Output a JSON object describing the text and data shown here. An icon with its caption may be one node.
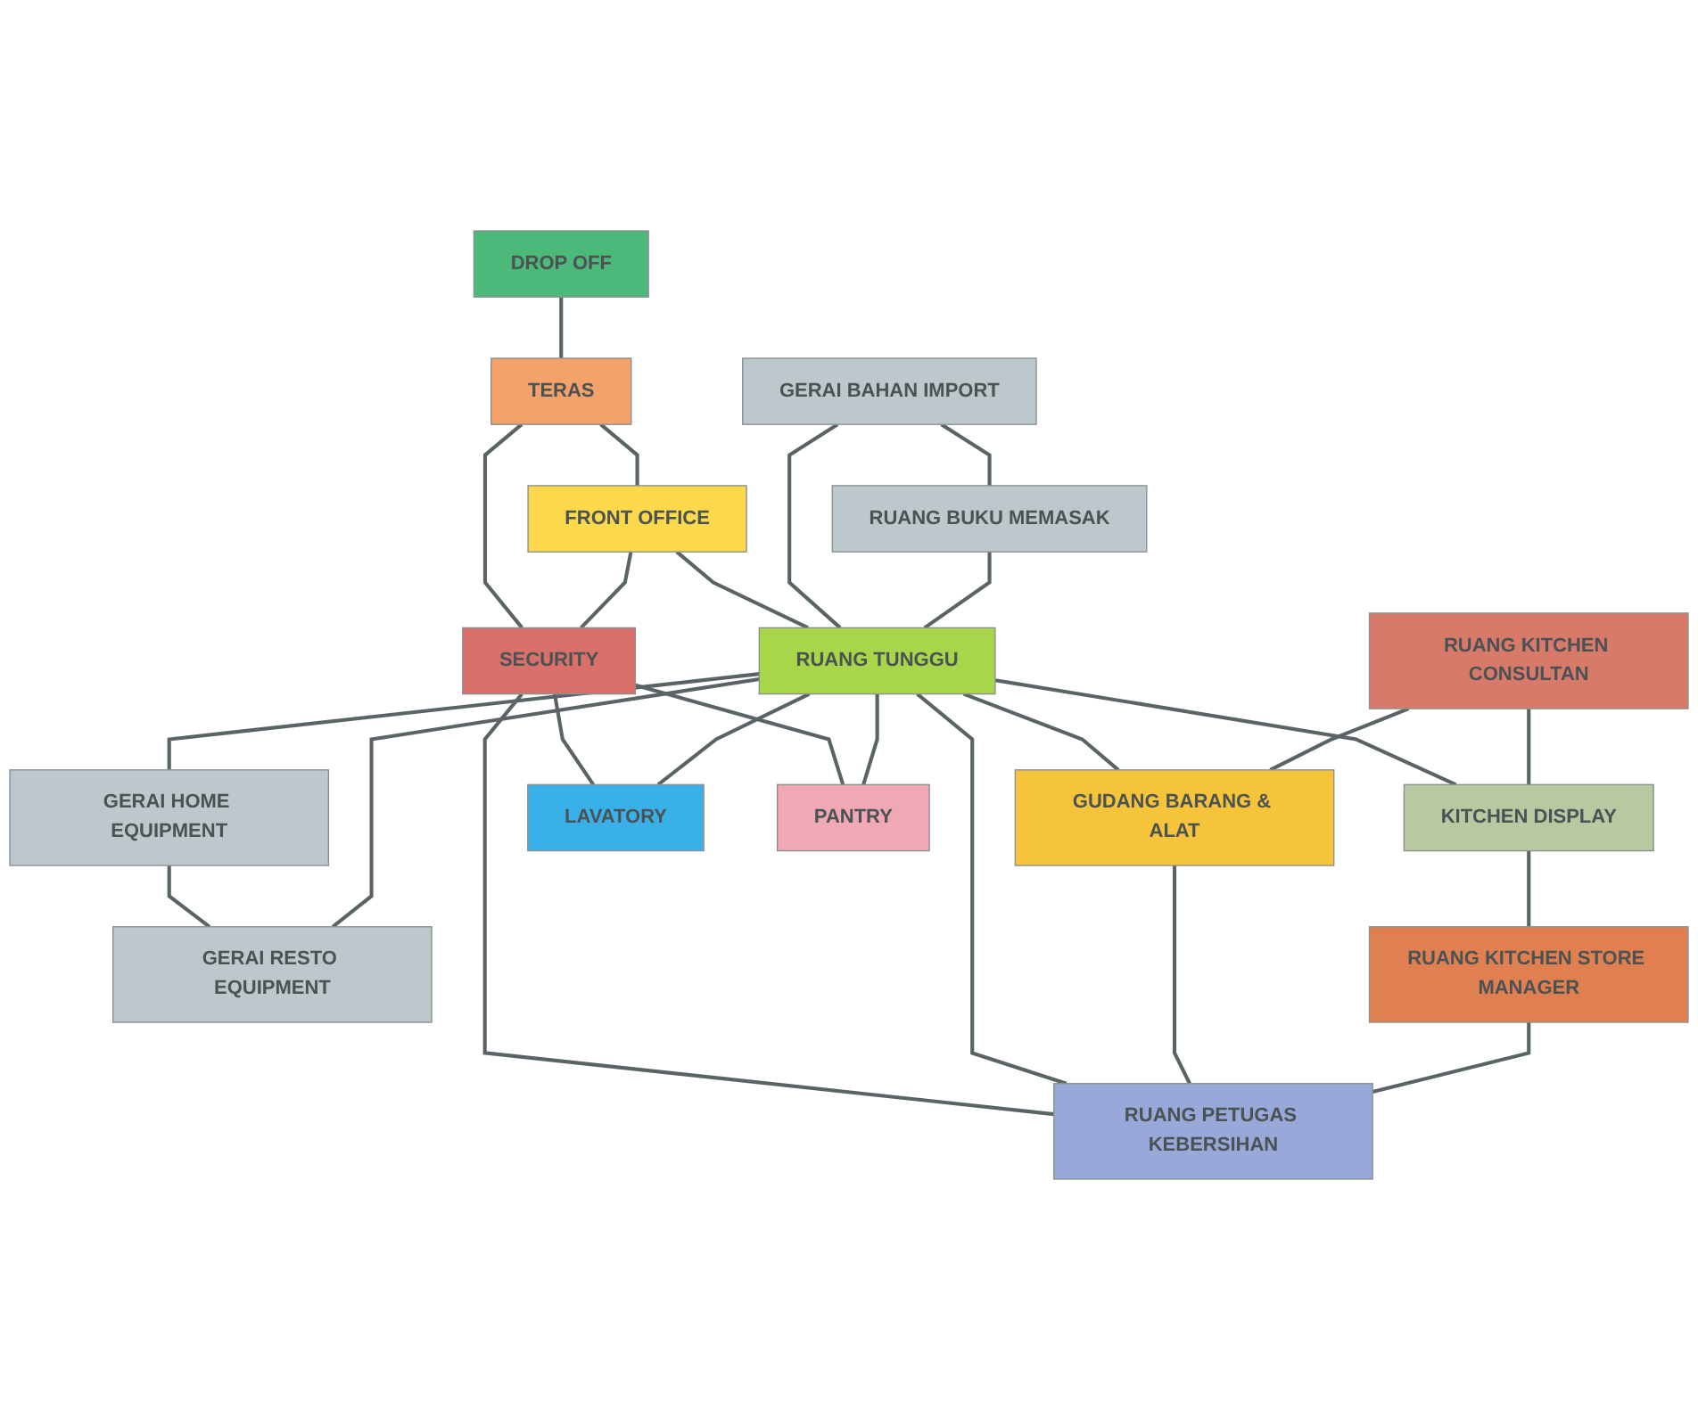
{
  "diagram": {
    "nodes": [
      {
        "text": [
          "DROP OFF"
        ]
      },
      {
        "text": [
          "TERAS"
        ]
      },
      {
        "text": [
          "FRONT OFFICE"
        ]
      },
      {
        "text": [
          "SECURITY"
        ]
      },
      {
        "text": [
          "GERAI BAHAN IMPORT"
        ]
      },
      {
        "text": [
          "RUANG TUNGGU"
        ]
      },
      {
        "text": [
          "GERAI HOME EQUIPMENT"
        ]
      },
      {
        "text": [
          "RUANG BUKU MEMASAK"
        ]
      },
      {
        "text": [
          "GERAI RESTO EQUIPMENT"
        ]
      },
      {
        "text": [
          "RUANG KITCHEN CONSULTAN"
        ]
      },
      {
        "text": [
          "KITCHEN DISPLAY"
        ]
      },
      {
        "text": [
          "GUDANG BARANG & ALAT"
        ]
      },
      {
        "text": [
          "LAVATORY"
        ]
      },
      {
        "text": [
          "RUANG KITCHEN STORE MANAGER"
        ]
      },
      {
        "text": [
          "PANTRY"
        ]
      },
      {
        "text": [
          "RUANG PETUGAS KEBERSIHAN"
        ]
      }
    ],
    "edges": [
      {
        "from": 0,
        "to": 1,
        "arrow": "none"
      },
      {
        "from": 1,
        "to": 2,
        "arrow": "none"
      },
      {
        "from": 1,
        "to": 3,
        "arrow": "none"
      },
      {
        "from": 2,
        "to": 3,
        "arrow": "none"
      },
      {
        "from": 3,
        "to": 12,
        "arrow": "none"
      },
      {
        "from": 3,
        "to": 14,
        "arrow": "none"
      },
      {
        "from": 3,
        "to": 15,
        "arrow": "none"
      },
      {
        "from": 2,
        "to": 5,
        "arrow": "none"
      },
      {
        "from": 4,
        "to": 5,
        "arrow": "none"
      },
      {
        "from": 5,
        "to": 6,
        "arrow": "none"
      },
      {
        "from": 4,
        "to": 7,
        "arrow": "none"
      },
      {
        "from": 6,
        "to": 8,
        "arrow": "none"
      },
      {
        "from": 7,
        "to": 5,
        "arrow": "none"
      },
      {
        "from": 5,
        "to": 8,
        "arrow": "none"
      },
      {
        "from": 5,
        "to": 12,
        "arrow": "none"
      },
      {
        "from": 5,
        "to": 14,
        "arrow": "none"
      },
      {
        "from": 5,
        "to": 15,
        "arrow": "none"
      },
      {
        "from": 5,
        "to": 10,
        "arrow": "none"
      },
      {
        "from": 5,
        "to": 11,
        "arrow": "none"
      },
      {
        "from": 9,
        "to": 10,
        "arrow": "none"
      },
      {
        "from": 9,
        "to": 11,
        "arrow": "none"
      },
      {
        "from": 10,
        "to": 13,
        "arrow": "none"
      },
      {
        "from": 11,
        "to": 15,
        "arrow": "none"
      },
      {
        "from": 13,
        "to": 15,
        "arrow": "none"
      }
    ]
  }
}
